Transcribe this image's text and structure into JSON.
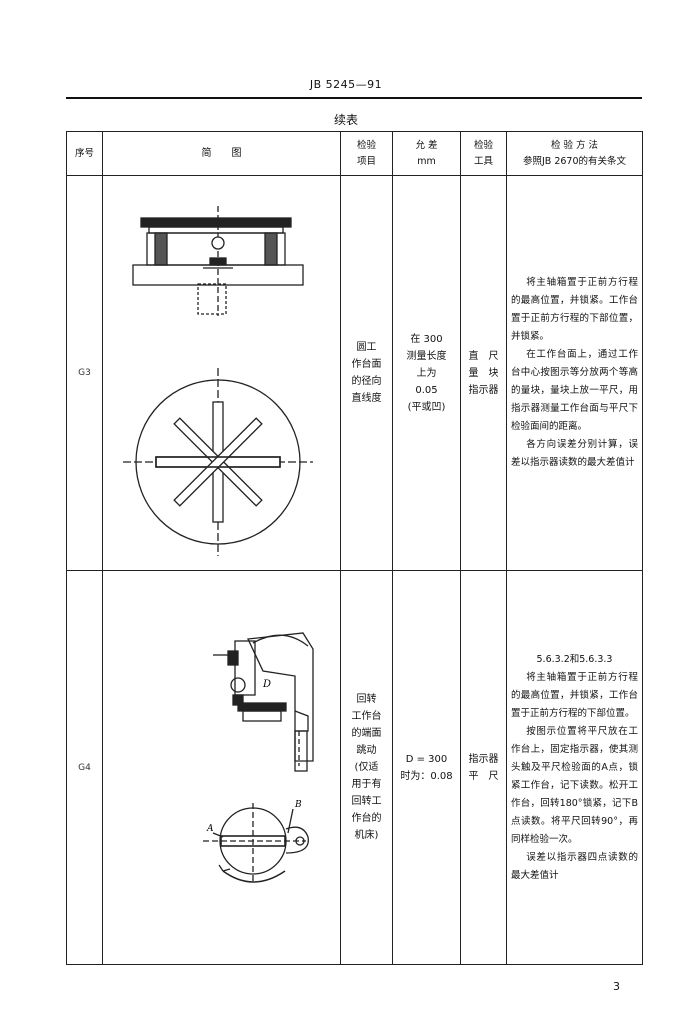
{
  "header": {
    "standard_code": "JB 5245—91"
  },
  "table_title": "续表",
  "columns": {
    "seq": "序号",
    "diagram": "简　　图",
    "item": [
      "检验",
      "项目"
    ],
    "tolerance": [
      "允  差",
      "mm"
    ],
    "tools": [
      "检验",
      "工具"
    ],
    "method": [
      "检  验  方  法",
      "参照JB 2670的有关条文"
    ]
  },
  "rows": [
    {
      "seq": "G3",
      "item": [
        "圆工",
        "作台面",
        "的径向",
        "直线度"
      ],
      "tolerance": [
        "在 300",
        "测量长度",
        "上为",
        "0.05",
        "(平或凹)"
      ],
      "tools": [
        "直　尺",
        "量　块",
        "指示器"
      ],
      "method": [
        "将主轴箱置于正前方行程的最高位置，并锁紧。工作台置于正前方行程的下部位置，并锁紧。",
        "在工作台面上，通过工作台中心按图示等分放两个等高的量块，量块上放一平尺，用指示器测量工作台面与平尺下检验面间的距离。",
        "各方向误差分别计算，误差以指示器读数的最大差值计"
      ]
    },
    {
      "seq": "G4",
      "item": [
        "回转",
        "工作台",
        "的端面",
        "跳动",
        "(仅适",
        "用于有",
        "回转工",
        "作台的",
        "机床)"
      ],
      "tolerance": [
        "D = 300",
        "时为：0.08"
      ],
      "tools": [
        "指示器",
        "平　尺"
      ],
      "method_ref": "5.6.3.2和5.6.3.3",
      "method": [
        "将主轴箱置于正前方行程的最高位置，并锁紧，工作台置于正前方行程的下部位置。",
        "按图示位置将平尺放在工作台上，固定指示器，使其测头触及平尺检验面的A点，锁紧工作台，记下读数。松开工作台，回转180°锁紧，记下B点读数。将平尺回转90°，再同样检验一次。",
        "误差以指示器四点读数的最大差值计"
      ],
      "diagram_labels": {
        "d": "D",
        "a": "A",
        "b": "B"
      }
    }
  ],
  "page_number": "3"
}
